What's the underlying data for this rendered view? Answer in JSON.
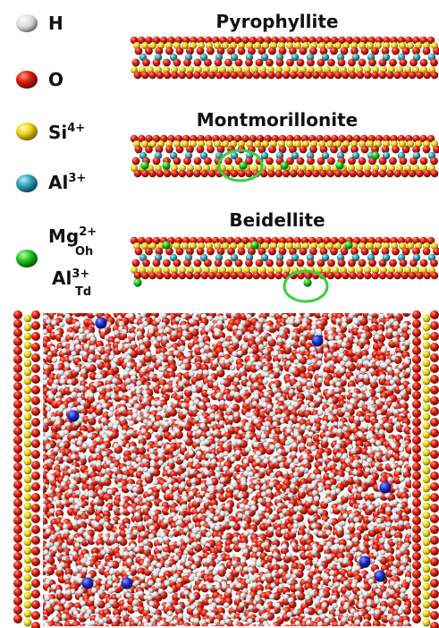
{
  "legend": {
    "items": [
      {
        "key": "h",
        "label": "H",
        "color": "#e6e6e6"
      },
      {
        "key": "o",
        "label": "O",
        "color": "#d51a12"
      },
      {
        "key": "si",
        "label": "Si",
        "sup": "4+",
        "color": "#e3d10a"
      },
      {
        "key": "al",
        "label": "Al",
        "sup": "3+",
        "color": "#2ea0b2"
      },
      {
        "key": "mg",
        "label": "Mg",
        "sup": "2+",
        "sub": "Oh",
        "label2": "Al",
        "sup2": "3+",
        "sub2": "Td",
        "color": "#1ec31e"
      }
    ]
  },
  "panels": {
    "pyrophyllite": {
      "title": "Pyrophyllite"
    },
    "montmorillonite": {
      "title": "Montmorillonite"
    },
    "beidellite": {
      "title": "Beidellite"
    }
  },
  "colors": {
    "hydrogen": "#e6e6e6",
    "oxygen": "#d51a12",
    "silicon": "#e3d10a",
    "aluminum": "#2ea0b2",
    "substitution": "#1ec31e",
    "sodium": "#1a2fd0",
    "highlight": "#3ccf3c"
  }
}
